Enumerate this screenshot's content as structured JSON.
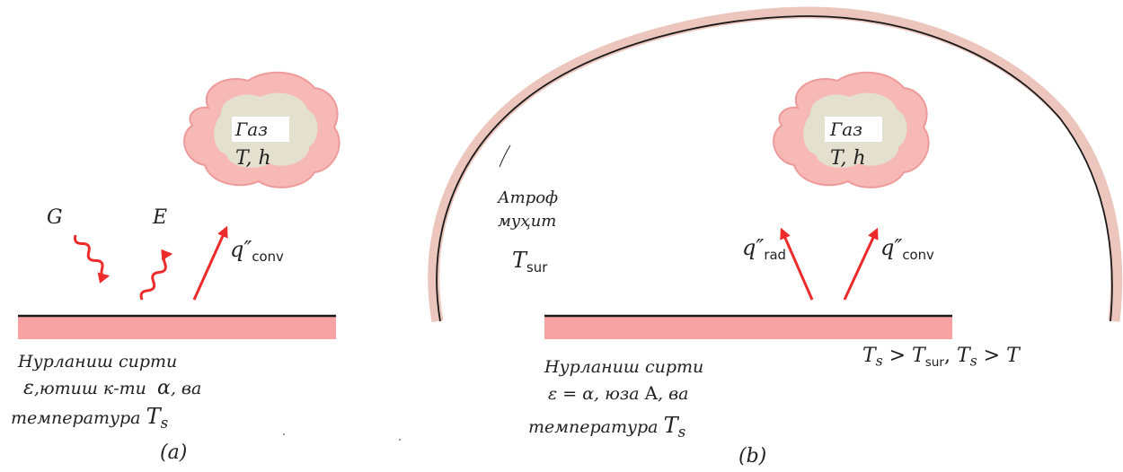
{
  "colors": {
    "surface": "#f7a3a3",
    "arrow": "#ee2b2b",
    "line": "#1a1a1a",
    "cloud_outer": "#f6b9b5",
    "cloud_inner": "#e4e0cf",
    "dome_band": "#e8c8bd"
  },
  "panel_a": {
    "gas_name": "Газ",
    "gas_T": "T",
    "gas_h": "h",
    "G": "G",
    "E": "E",
    "q": "q″",
    "conv": "conv",
    "surface_line1": "Нурланиш сирти",
    "surface_line2_eps": "ε",
    "surface_line2_mid": ",ютиш к-ти",
    "surface_line2_alpha": "α",
    "surface_line2_end": ", ва",
    "surface_line3": "температура",
    "Ts_T": "T",
    "Ts_s": "s",
    "caption": "(a)"
  },
  "panel_b": {
    "env_line1": "Атроф",
    "env_line2": "муҳит",
    "Tsur_T": "T",
    "Tsur_sub": "sur",
    "gas_name": "Газ",
    "gas_T": "T",
    "gas_h": "h",
    "q_rad": "q″",
    "rad": "rad",
    "q_conv": "q″",
    "conv": "conv",
    "cond_T1": "T",
    "cond_s1": "s",
    "cond_gt1": " > ",
    "cond_T2": "T",
    "cond_sur": "sur",
    "cond_comma": ", ",
    "cond_T3": "T",
    "cond_s2": "s",
    "cond_gt2": " > ",
    "cond_T4": "T",
    "surface_line1": "Нурланиш сирти",
    "surface_line2": "ε = α, юза",
    "surface_A": "A",
    "surface_line2_end": ", ва",
    "surface_line3": "температура",
    "Ts_T": "T",
    "Ts_s": "s",
    "caption": "(b)"
  }
}
